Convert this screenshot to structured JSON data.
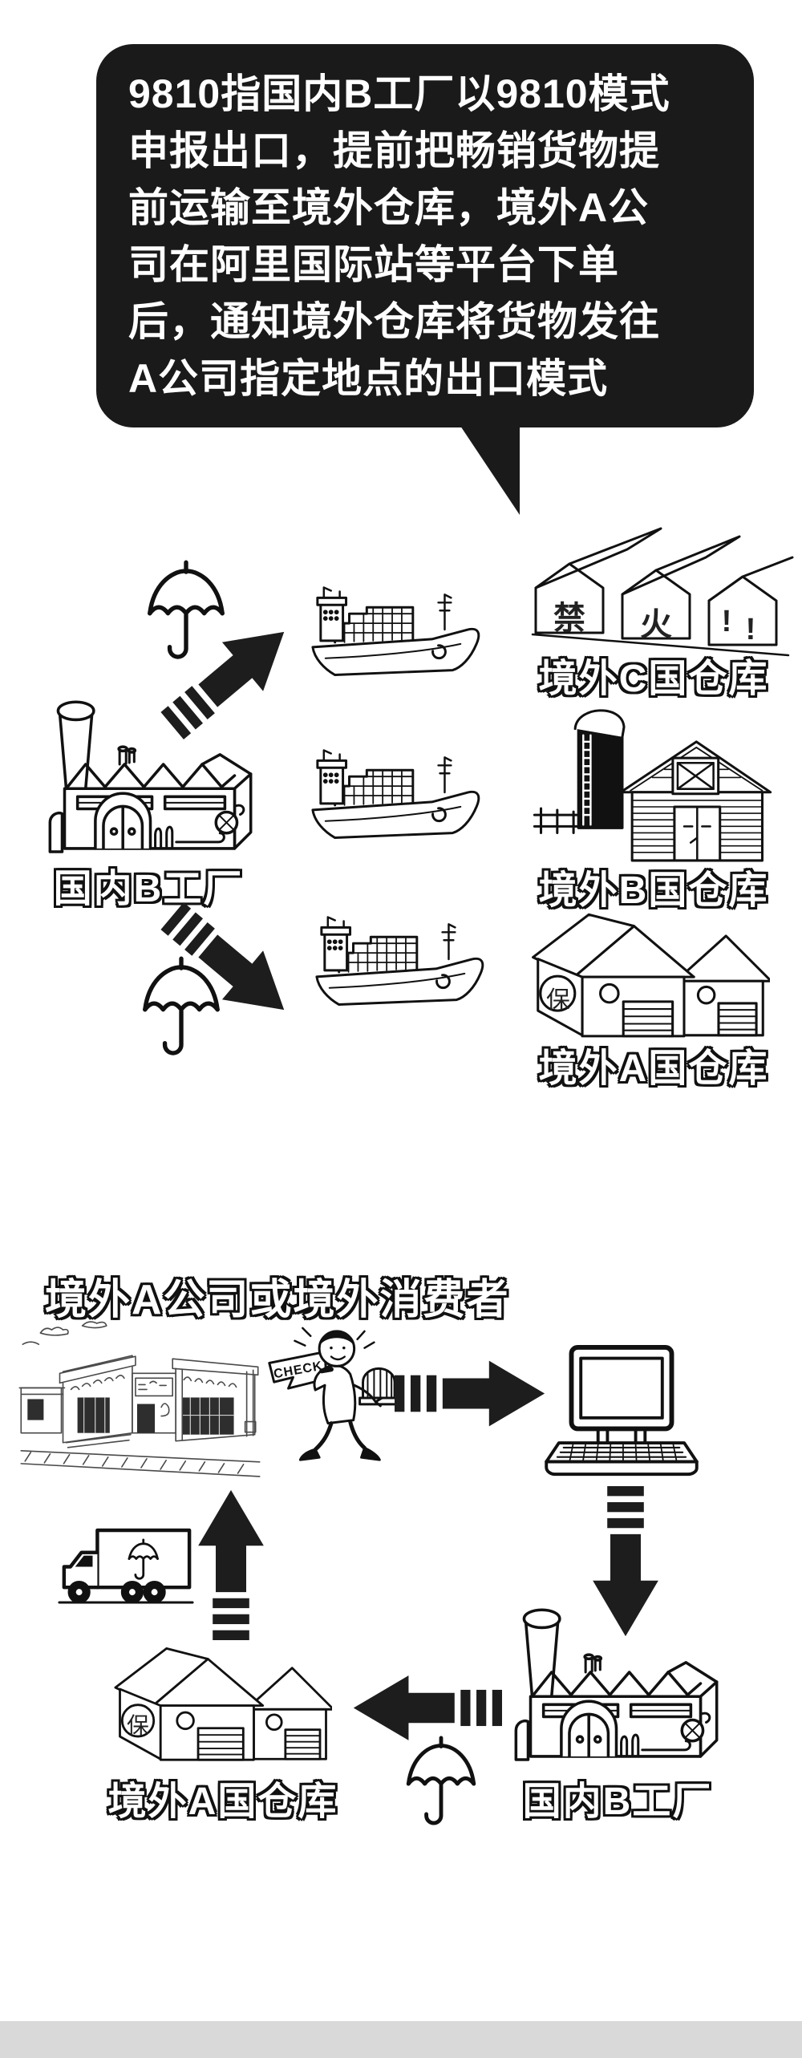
{
  "page": {
    "colors": {
      "bubble_bg": "#1a1a1a",
      "bubble_text": "#ffffff",
      "arrow": "#1d1d1d",
      "ink": "#111111",
      "footer_bar": "#d9d9d9"
    }
  },
  "bubble": {
    "lines": [
      "9810指国内B工厂以9810模式",
      "申报出口，提前把畅销货物提",
      "前运输至境外仓库，境外A公",
      "司在阿里国际站等平台下单",
      "后，通知境外仓库将货物发往",
      "A公司指定地点的出口模式"
    ]
  },
  "diagram1": {
    "factory": {
      "label": "国内B工厂"
    },
    "warehouses": {
      "c": {
        "label": "境外C国仓库",
        "facade_chars": [
          "禁",
          "火",
          "!",
          "!"
        ]
      },
      "b": {
        "label": "境外B国仓库"
      },
      "a": {
        "label": "境外A国仓库",
        "bonded_mark": "保"
      }
    }
  },
  "diagram2": {
    "heading": "境外A公司或境外消费者",
    "buyer": {
      "check_banner": "CHECK"
    },
    "factory": {
      "label": "国内B工厂"
    },
    "warehouse": {
      "label": "境外A国仓库",
      "bonded_mark": "保"
    }
  }
}
